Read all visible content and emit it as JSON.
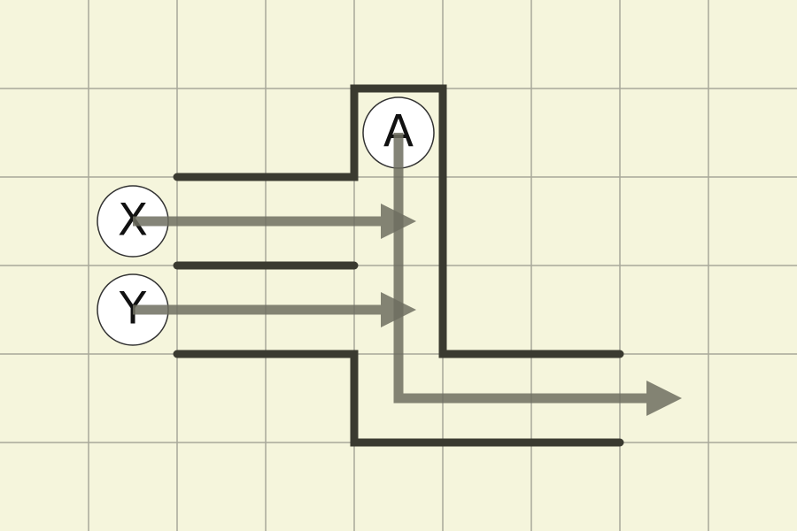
{
  "colors": {
    "background": "#f5f5dc",
    "grid": "#a8a89a",
    "wall": "#3a3a30",
    "arrow": "#6e6e60",
    "node_fill": "#ffffff",
    "node_stroke": "#333333"
  },
  "nodes": {
    "x": {
      "label": "X"
    },
    "y": {
      "label": "Y"
    },
    "a": {
      "label": "A"
    }
  }
}
